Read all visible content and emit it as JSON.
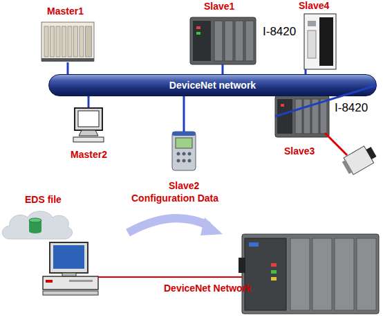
{
  "diagram": {
    "nodes": [
      {
        "text": [
          "Master1"
        ]
      },
      {
        "text": [
          "Slave1",
          "I-8420"
        ]
      },
      {
        "text": [
          "Slave4"
        ]
      },
      {
        "text": [
          "DeviceNet network"
        ]
      },
      {
        "text": [
          "Master2"
        ]
      },
      {
        "text": [
          "Slave2"
        ]
      },
      {
        "text": [
          "Slave3",
          "I-8420"
        ]
      },
      {
        "text": [
          "EDS file"
        ]
      }
    ],
    "edges": [
      {
        "from": 0,
        "to": 3,
        "arrow": "none"
      },
      {
        "from": 1,
        "to": 3,
        "arrow": "none"
      },
      {
        "from": 2,
        "to": 3,
        "arrow": "none"
      },
      {
        "from": 4,
        "to": 3,
        "arrow": "none"
      },
      {
        "from": 5,
        "to": 3,
        "arrow": "none"
      },
      {
        "from": 6,
        "to": 3,
        "arrow": "none"
      }
    ],
    "labels": [
      "Configuration Data",
      "DeviceNet Network"
    ]
  }
}
